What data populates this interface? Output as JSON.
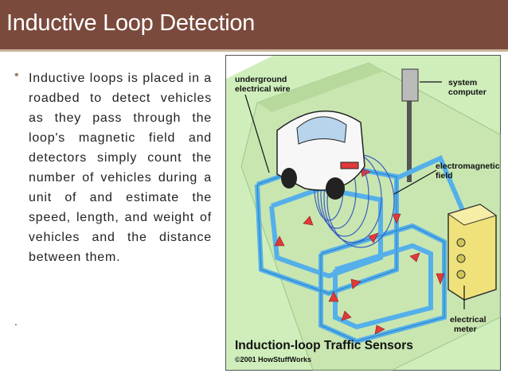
{
  "slide": {
    "title": "Inductive Loop Detection",
    "bullet": "Inductive loops is placed in a roadbed to detect vehicles as they pass through the loop's magnetic field and detectors simply count the number of vehicles during a unit of and estimate the speed, length, and weight of vehicles and the distance between them.",
    "stray_mark": "."
  },
  "figure": {
    "label_underground": [
      "underground",
      "electrical wire"
    ],
    "label_computer": [
      "system",
      "computer"
    ],
    "label_field": [
      "electromagnetic",
      "field"
    ],
    "label_meter": [
      "electrical",
      "meter"
    ],
    "caption": "Induction-loop Traffic Sensors",
    "credit": "©2001 HowStuffWorks"
  },
  "colors": {
    "title_bg": "#7a4a3d",
    "road_green": "#c5e8ad",
    "loop_blue": "#55b0ea",
    "arrow_red": "#e0393a",
    "meter_yellow": "#efe27a"
  }
}
